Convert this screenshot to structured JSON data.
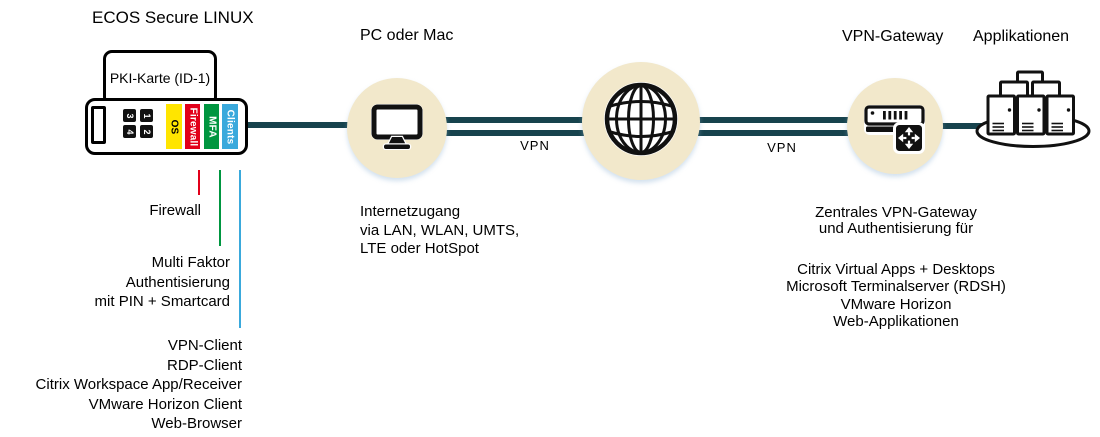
{
  "colors": {
    "line_teal": "#17434d",
    "node_beige": "#f2e8cb",
    "stripe_yellow": "#ffe500",
    "stripe_red": "#e2001a",
    "stripe_green": "#009640",
    "stripe_blue": "#3aa9dc"
  },
  "device": {
    "title": "ECOS Secure LINUX",
    "card_label": "PKI-Karte (ID-1)",
    "keypad_digits": [
      "3",
      "1",
      "4",
      "2"
    ],
    "stripes": [
      {
        "label": "OS"
      },
      {
        "label": "Firewall"
      },
      {
        "label": "MFA"
      },
      {
        "label": "Clients"
      }
    ],
    "callouts": {
      "firewall": {
        "lines": [
          "Firewall"
        ]
      },
      "mfa": {
        "lines": [
          "Multi Faktor",
          "Authentisierung",
          "mit PIN + Smartcard"
        ]
      },
      "clients": {
        "lines": [
          "VPN-Client",
          "RDP-Client",
          "Citrix Workspace App/Receiver",
          "VMware Horizon Client",
          "Web-Browser"
        ]
      }
    }
  },
  "pc": {
    "title": "PC oder Mac",
    "description": [
      "Internetzugang",
      "via LAN, WLAN, UMTS,",
      "LTE oder HotSpot"
    ]
  },
  "links": {
    "vpn_left": "VPN",
    "vpn_right": "VPN"
  },
  "gateway": {
    "title": "VPN-Gateway",
    "heading": [
      "Zentrales VPN-Gateway",
      "und Authentisierung für"
    ],
    "services": [
      "Citrix Virtual Apps + Desktops",
      "Microsoft Terminalserver (RDSH)",
      "VMware Horizon",
      "Web-Applikationen"
    ]
  },
  "applications": {
    "title": "Applikationen"
  }
}
